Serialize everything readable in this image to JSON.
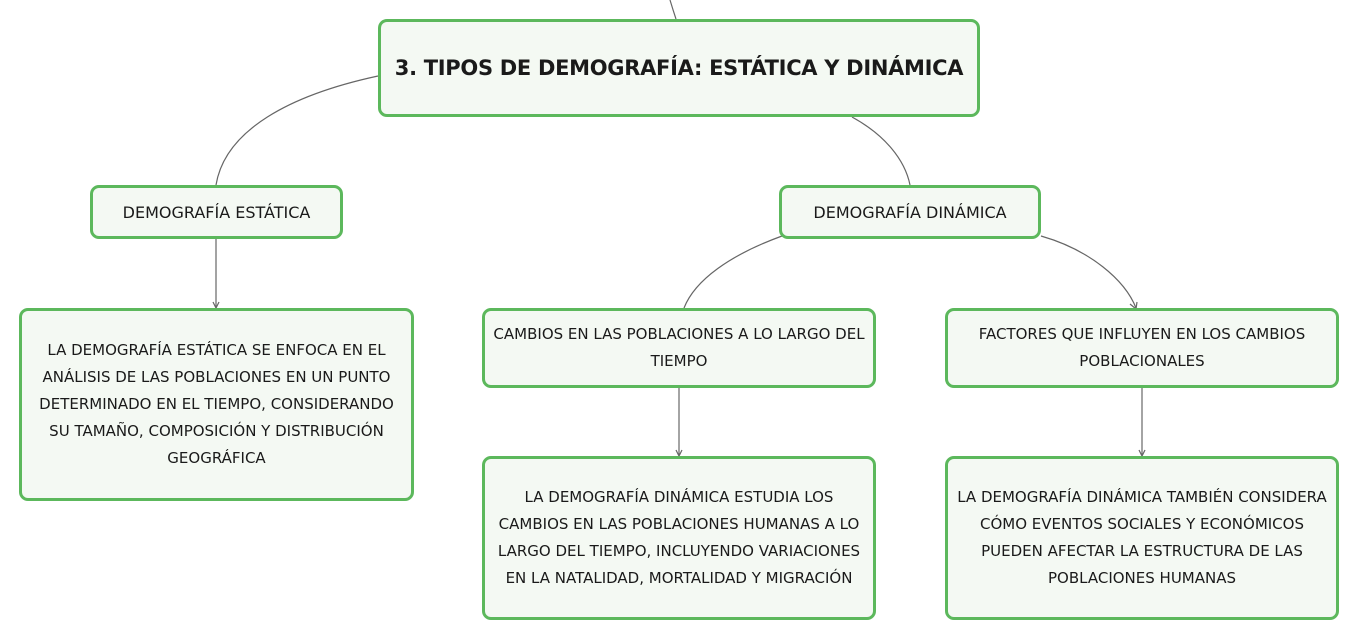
{
  "diagram": {
    "root": {
      "label": "3. TIPOS DE DEMOGRAFÍA: ESTÁTICA Y DINÁMICA"
    },
    "static_branch": {
      "label": "DEMOGRAFÍA ESTÁTICA",
      "description": "LA DEMOGRAFÍA ESTÁTICA SE ENFOCA EN EL ANÁLISIS DE LAS POBLACIONES EN UN PUNTO DETERMINADO EN EL TIEMPO, CONSIDERANDO SU TAMAÑO, COMPOSICIÓN Y DISTRIBUCIÓN GEOGRÁFICA"
    },
    "dynamic_branch": {
      "label": "DEMOGRAFÍA DINÁMICA",
      "children": [
        {
          "label": "CAMBIOS EN LAS POBLACIONES A LO LARGO DEL TIEMPO",
          "description": "LA DEMOGRAFÍA DINÁMICA ESTUDIA LOS CAMBIOS EN LAS POBLACIONES HUMANAS A LO LARGO DEL TIEMPO, INCLUYENDO VARIACIONES EN LA NATALIDAD, MORTALIDAD Y MIGRACIÓN"
        },
        {
          "label": "FACTORES QUE INFLUYEN EN LOS CAMBIOS POBLACIONALES",
          "description": "LA DEMOGRAFÍA DINÁMICA TAMBIÉN CONSIDERA CÓMO EVENTOS SOCIALES Y ECONÓMICOS PUEDEN AFECTAR LA ESTRUCTURA DE LAS POBLACIONES HUMANAS"
        }
      ]
    }
  },
  "colors": {
    "node_border": "#5cb85c",
    "node_fill": "#f4f9f3",
    "connector": "#666666",
    "text": "#1a1a1a"
  }
}
